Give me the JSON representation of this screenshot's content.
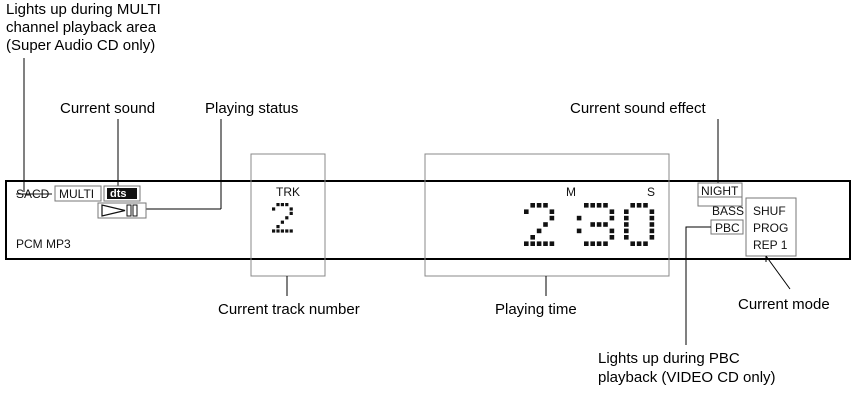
{
  "callouts": {
    "multi_channel": [
      "Lights up during MULTI",
      "channel playback area",
      "(Super Audio CD only)"
    ],
    "current_sound": "Current sound",
    "playing_status": "Playing status",
    "current_sound_effect": "Current sound effect",
    "current_track_number": "Current track number",
    "playing_time": "Playing time",
    "current_mode": "Current mode",
    "pbc": [
      "Lights up during PBC",
      "playback (VIDEO CD only)"
    ]
  },
  "display": {
    "sacd": "SACD",
    "multi": "MULTI",
    "dts": "dts",
    "pcm_mp3": "PCM MP3",
    "trk": "TRK",
    "track_number": "2",
    "minutes_label": "M",
    "seconds_label": "S",
    "time": "2:30",
    "night": "NIGHT",
    "bass": "BASS",
    "pbc": "PBC",
    "shuf": "SHUF",
    "prog": "PROG",
    "rep": "REP 1"
  },
  "icons": {
    "play_pause": "play-pause-icon"
  }
}
